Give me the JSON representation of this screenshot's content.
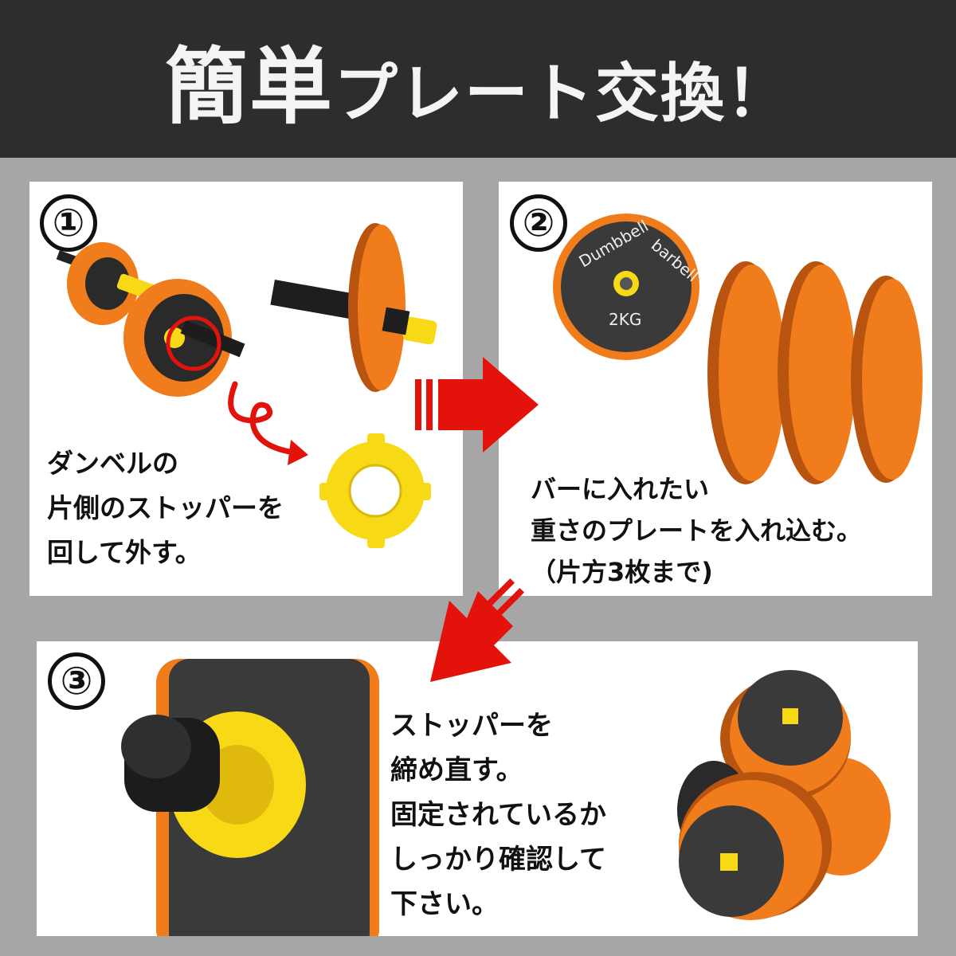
{
  "header": {
    "title_big": "簡単",
    "title_small": "プレート交換！"
  },
  "steps": [
    {
      "number": "①",
      "text": "ダンベルの\n片側のストッパーを\n回して外す。"
    },
    {
      "number": "②",
      "text": "バーに入れたい\n重さのプレートを入れ込む。\n（片方3枚まで)"
    },
    {
      "number": "③",
      "text": "ストッパーを\n締め直す。\n固定されているか\nしっかり確認して\n下さい。"
    }
  ],
  "plate_labels": {
    "brand_a": "Dumbbell",
    "brand_b": "barbell",
    "weight": "2KG"
  },
  "colors": {
    "header_bg": "#2d2d2d",
    "page_bg": "#a6a6a6",
    "plate_orange": "#f07c1c",
    "stopper_yellow": "#f7d916",
    "arrow_red": "#e3120b"
  }
}
